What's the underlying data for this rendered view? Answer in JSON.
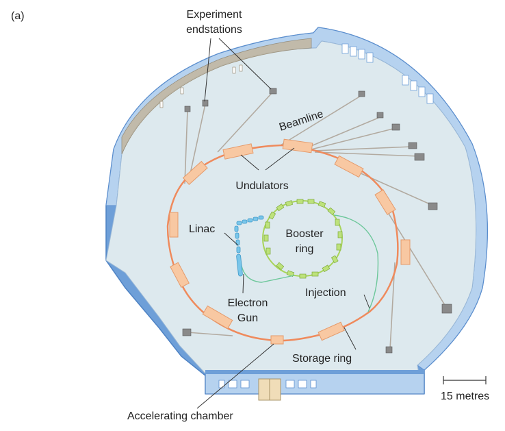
{
  "panel_label": "(a)",
  "labels": {
    "experiment_endstations_line1": "Experiment",
    "experiment_endstations_line2": "endstations",
    "beamline": "Beamline",
    "undulators": "Undulators",
    "linac": "Linac",
    "booster_line1": "Booster",
    "booster_line2": "ring",
    "electron_line1": "Electron",
    "electron_line2": "Gun",
    "injection": "Injection",
    "storage_ring": "Storage ring",
    "accelerating_chamber": "Accelerating chamber"
  },
  "scale_bar": {
    "label": "15 metres"
  },
  "colors": {
    "floor": "#dde9ee",
    "wall_top": "#b6d2ef",
    "wall_side": "#6e9fd8",
    "wall_dark": "#4f83c4",
    "storage_ring": "#ef8a5c",
    "undulator": "#f8c8a2",
    "booster": "#a8d45a",
    "linac": "#79c6ea",
    "beamline": "#b2aaa0",
    "endstation": "#8a8a8a",
    "injection_line": "#6cc79a",
    "pointer": "#333333"
  }
}
